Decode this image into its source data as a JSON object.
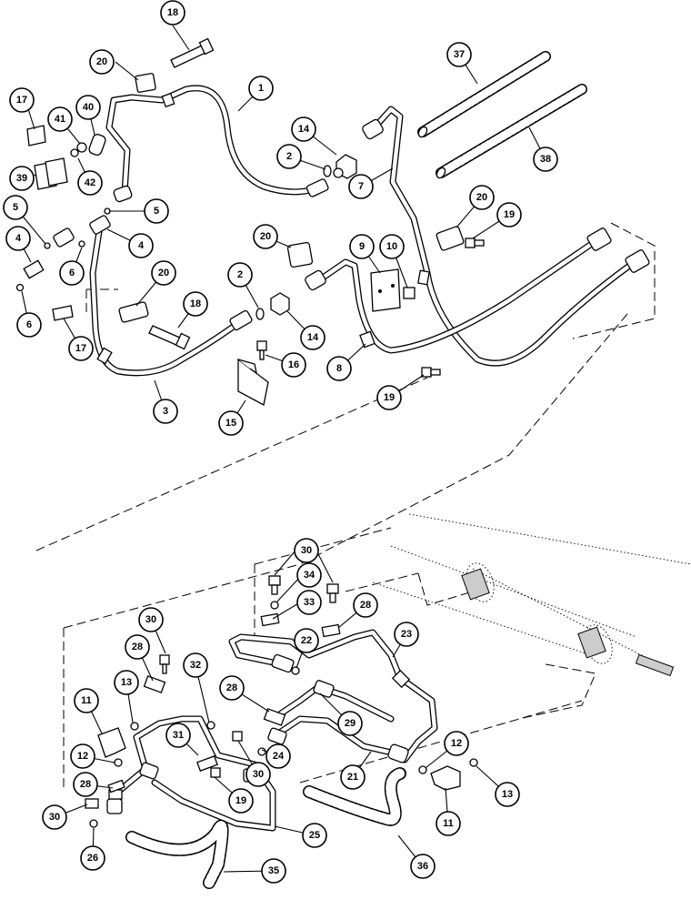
{
  "callouts": [
    {
      "id": "c18a",
      "label": "18"
    },
    {
      "id": "c20a",
      "label": "20"
    },
    {
      "id": "c1",
      "label": "1"
    },
    {
      "id": "c37",
      "label": "37"
    },
    {
      "id": "c17a",
      "label": "17"
    },
    {
      "id": "c40",
      "label": "40"
    },
    {
      "id": "c41",
      "label": "41"
    },
    {
      "id": "c14a",
      "label": "14"
    },
    {
      "id": "c2a",
      "label": "2"
    },
    {
      "id": "c39",
      "label": "39"
    },
    {
      "id": "c42",
      "label": "42"
    },
    {
      "id": "c7",
      "label": "7"
    },
    {
      "id": "c38",
      "label": "38"
    },
    {
      "id": "c5a",
      "label": "5"
    },
    {
      "id": "c5b",
      "label": "5"
    },
    {
      "id": "c20b",
      "label": "20"
    },
    {
      "id": "c19a",
      "label": "19"
    },
    {
      "id": "c4a",
      "label": "4"
    },
    {
      "id": "c4b",
      "label": "4"
    },
    {
      "id": "c20c",
      "label": "20"
    },
    {
      "id": "c9",
      "label": "9"
    },
    {
      "id": "c10",
      "label": "10"
    },
    {
      "id": "c6a",
      "label": "6"
    },
    {
      "id": "c2b",
      "label": "2"
    },
    {
      "id": "c20d",
      "label": "20"
    },
    {
      "id": "c6b",
      "label": "6"
    },
    {
      "id": "c18b",
      "label": "18"
    },
    {
      "id": "c14b",
      "label": "14"
    },
    {
      "id": "c17b",
      "label": "17"
    },
    {
      "id": "c8",
      "label": "8"
    },
    {
      "id": "c16",
      "label": "16"
    },
    {
      "id": "c3",
      "label": "3"
    },
    {
      "id": "c19b",
      "label": "19"
    },
    {
      "id": "c15",
      "label": "15"
    },
    {
      "id": "c30a",
      "label": "30"
    },
    {
      "id": "c34",
      "label": "34"
    },
    {
      "id": "c33",
      "label": "33"
    },
    {
      "id": "c28a",
      "label": "28"
    },
    {
      "id": "c30b",
      "label": "30"
    },
    {
      "id": "c23",
      "label": "23"
    },
    {
      "id": "c28b",
      "label": "28"
    },
    {
      "id": "c22",
      "label": "22"
    },
    {
      "id": "c32",
      "label": "32"
    },
    {
      "id": "c13a",
      "label": "13"
    },
    {
      "id": "c28c",
      "label": "28"
    },
    {
      "id": "c29",
      "label": "29"
    },
    {
      "id": "c11a",
      "label": "11"
    },
    {
      "id": "c31",
      "label": "31"
    },
    {
      "id": "c24",
      "label": "24"
    },
    {
      "id": "c12a",
      "label": "12"
    },
    {
      "id": "c30c",
      "label": "30"
    },
    {
      "id": "c12b",
      "label": "12"
    },
    {
      "id": "c28d",
      "label": "28"
    },
    {
      "id": "c19c",
      "label": "19"
    },
    {
      "id": "c21",
      "label": "21"
    },
    {
      "id": "c13b",
      "label": "13"
    },
    {
      "id": "c11b",
      "label": "11"
    },
    {
      "id": "c30d",
      "label": "30"
    },
    {
      "id": "c25",
      "label": "25"
    },
    {
      "id": "c26",
      "label": "26"
    },
    {
      "id": "c36",
      "label": "36"
    },
    {
      "id": "c35",
      "label": "35"
    }
  ]
}
